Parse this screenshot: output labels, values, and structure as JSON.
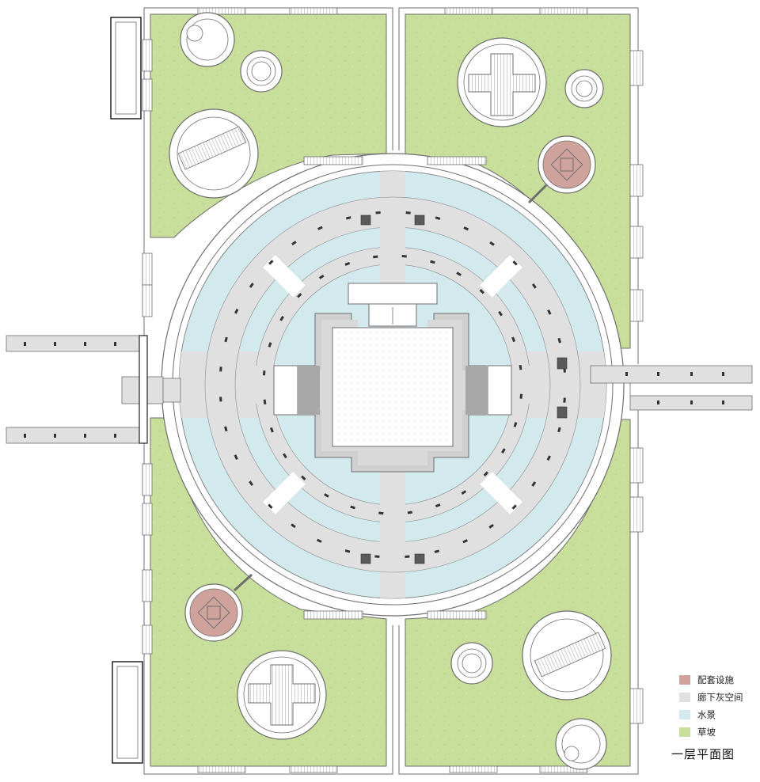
{
  "legend": {
    "items": [
      {
        "label": "配套设施",
        "color": "#cfa39b"
      },
      {
        "label": "廊下灰空间",
        "color": "#e0e0e0"
      },
      {
        "label": "水景",
        "color": "#d2e9ee"
      },
      {
        "label": "草坡",
        "color": "#c8de9b"
      }
    ]
  },
  "title": "一层平面图",
  "colors": {
    "grass": "#c8de9b",
    "water": "#d2e9ee",
    "gray_space": "#e0e0e0",
    "facility": "#cfa39b",
    "wall": "#ffffff",
    "line": "#6e6e6e"
  }
}
